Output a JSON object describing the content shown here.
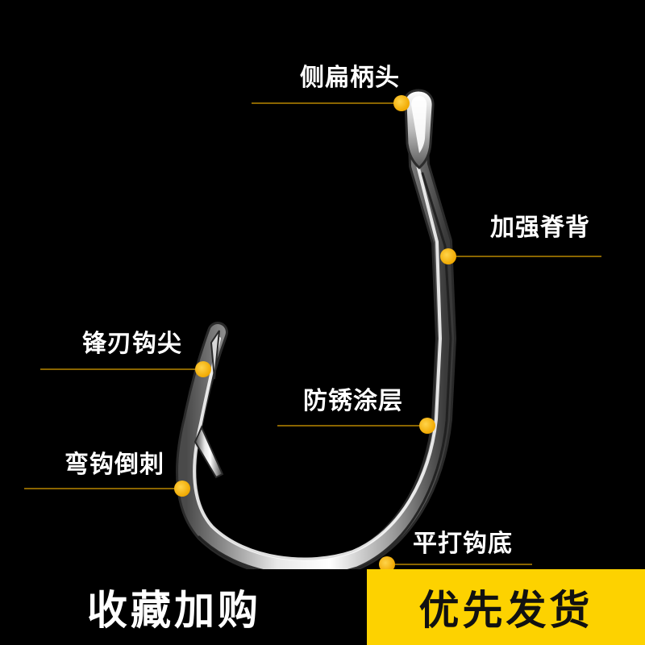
{
  "colors": {
    "background": "#000000",
    "accent": "#f5b400",
    "banner_yellow": "#fdd200",
    "label_text": "#ffffff"
  },
  "annotations": [
    {
      "id": "shank-head",
      "text": "侧扁柄头"
    },
    {
      "id": "reinforced-spine",
      "text": "加强脊背"
    },
    {
      "id": "blade-point",
      "text": "锋刃钩尖"
    },
    {
      "id": "rustproof-coating",
      "text": "防锈涂层"
    },
    {
      "id": "curved-barb",
      "text": "弯钩倒刺"
    },
    {
      "id": "flat-bend",
      "text": "平打钩底"
    }
  ],
  "banner": {
    "left_text": "收藏加购",
    "right_text": "优先发货"
  }
}
